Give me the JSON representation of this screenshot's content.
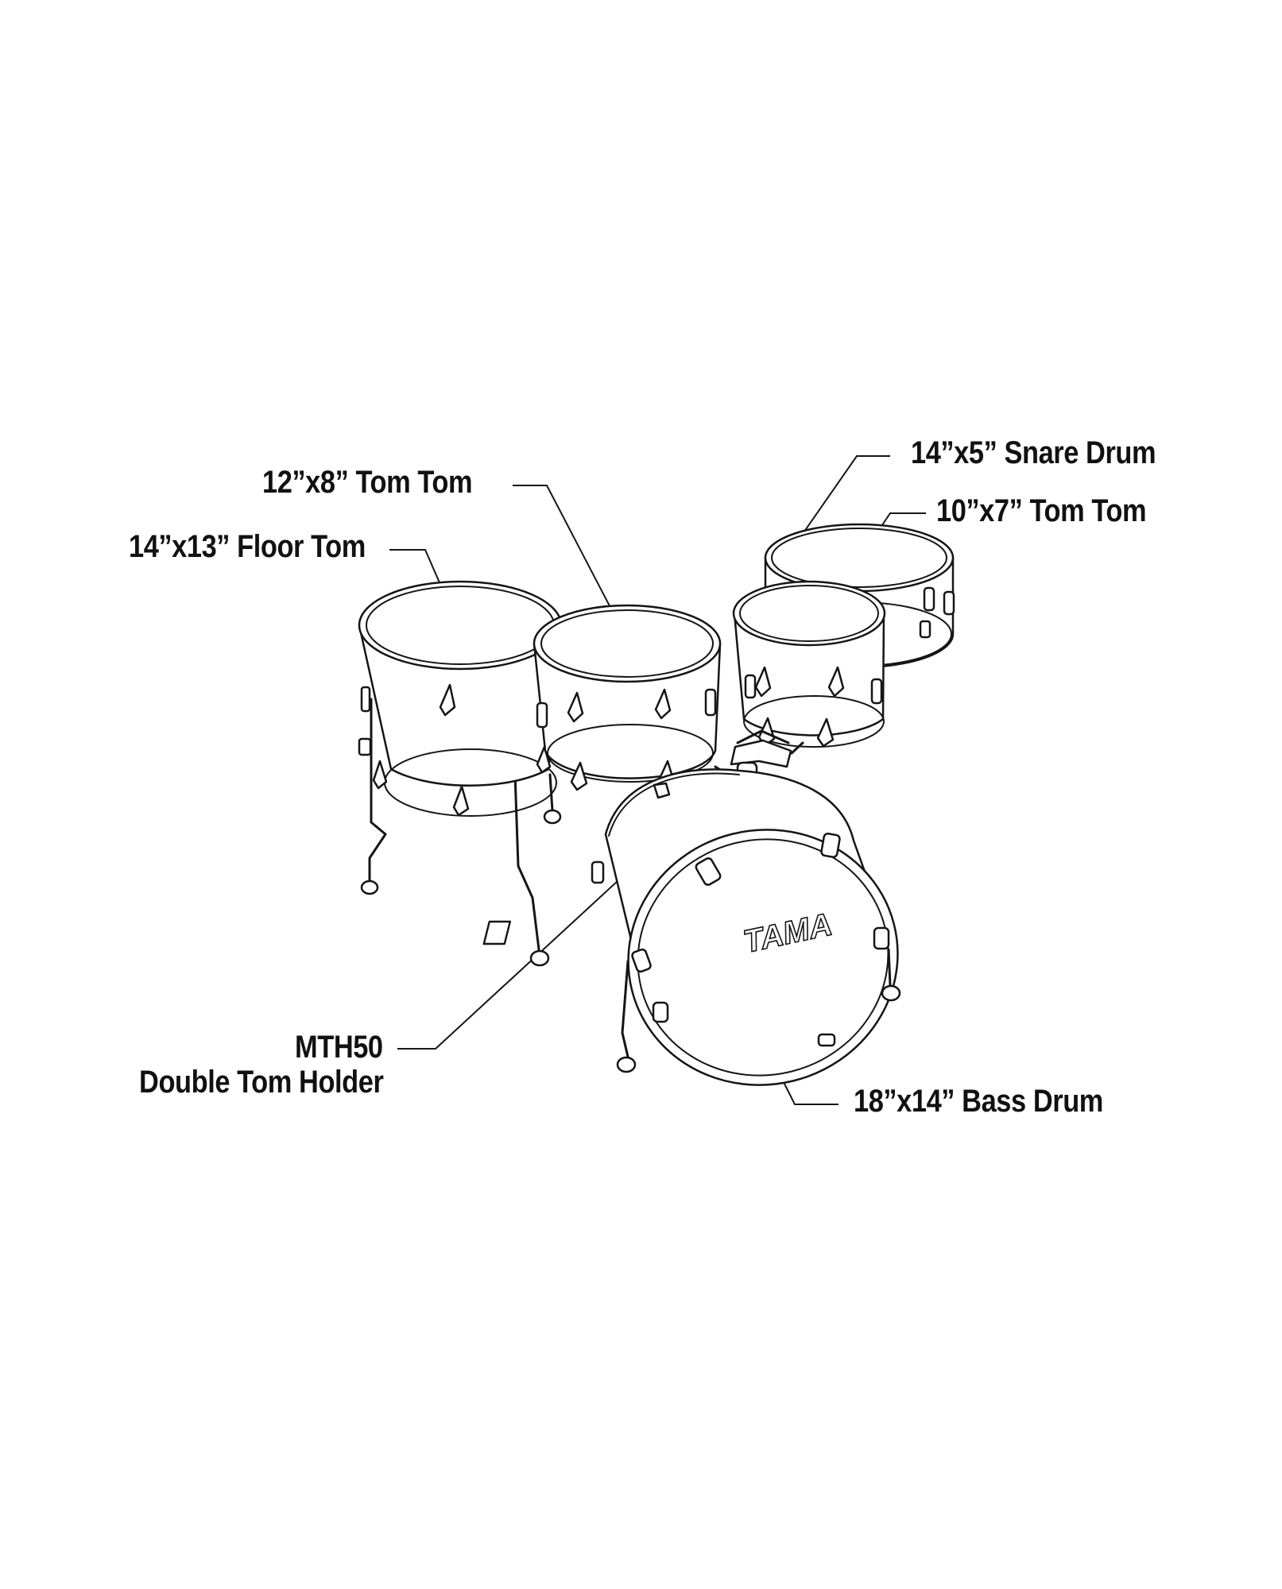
{
  "labels": {
    "snare": "14”x5” Snare Drum",
    "tom12": "12”x8” Tom Tom",
    "tom10": "10”x7” Tom Tom",
    "floor": "14”x13” Floor Tom",
    "holder_model": "MTH50",
    "holder_name": "Double Tom Holder",
    "bass": "18”x14” Bass Drum"
  },
  "logo": {
    "text": "TAMA"
  },
  "colors": {
    "ink": "#151515",
    "background": "#ffffff"
  }
}
